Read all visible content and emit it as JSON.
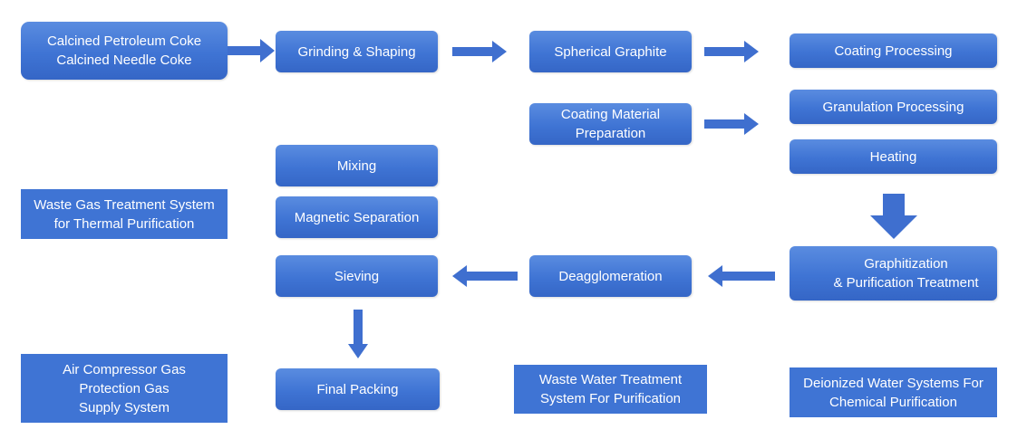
{
  "colors": {
    "box": "#3f74d4",
    "arrow": "#3f6fcf",
    "text": "#ffffff"
  },
  "nodes": {
    "raw_material": "Calcined Petroleum Coke\nCalcined Needle Coke",
    "grinding": "Grinding & Shaping",
    "spherical": "Spherical Graphite",
    "coating": "Coating  Processing",
    "coating_material": "Coating Material\nPreparation",
    "granulation": "Granulation Processing",
    "heating": "Heating",
    "mixing": "Mixing",
    "magnetic": "Magnetic Separation",
    "sieving": "Sieving",
    "deagglomeration": "Deagglomeration",
    "graphitization": "Graphitization\n& Purification Treatment",
    "final_packing": "Final Packing"
  },
  "systems": {
    "waste_gas": "Waste Gas Treatment System\nfor Thermal Purification",
    "air_compressor": "Air Compressor Gas\nProtection Gas\nSupply System",
    "waste_water": "Waste Water Treatment\nSystem For Purification",
    "deionized": "Deionized Water Systems For\nChemical Purification"
  }
}
